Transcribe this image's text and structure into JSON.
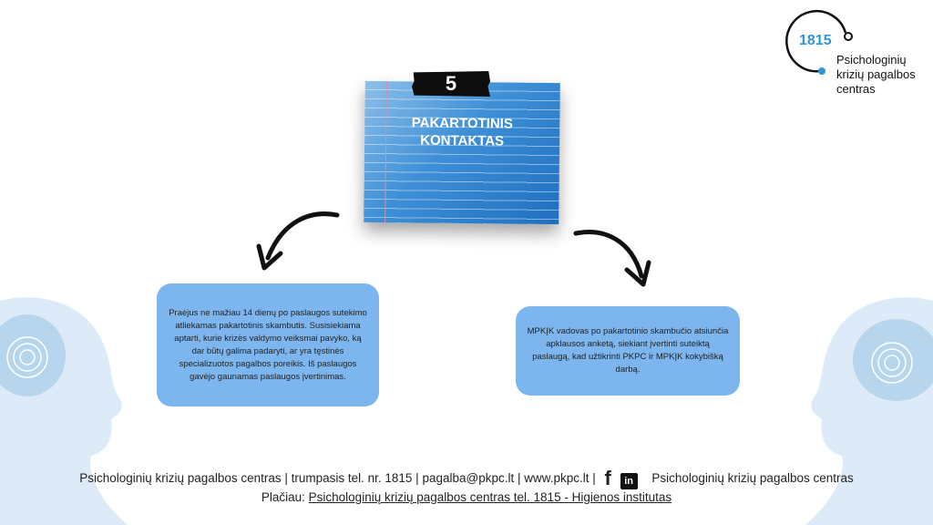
{
  "logo": {
    "number": "1815",
    "lines": [
      "Psichologinių",
      "krizių pagalbos",
      "centras"
    ]
  },
  "step": {
    "number": "5",
    "title_line1": "PAKARTOTINIS",
    "title_line2": "KONTAKTAS"
  },
  "left_box": {
    "text": "Praėjus ne mažiau 14 dienų  po paslaugos sutekimo atliekamas pakartotinis skambutis. Susisiekiama aptarti, kurie krizės valdymo veiksmai pavyko, ką dar būtų galima padaryti, ar yra tęstinės specializuotos pagalbos poreikis. Iš paslaugos gavėjo gaunamas paslaugos įvertinimas."
  },
  "right_box": {
    "text": "MPKĮK vadovas po pakartotinio skambučio atsiunčia apklausos anketą, siekiant įvertinti suteiktą paslaugą, kad užtikrinti PKPC ir MPKĮK kokybišką darbą."
  },
  "footer": {
    "contacts": "Psichologinių krizių pagalbos centras |  trumpasis tel. nr. 1815 | pagalba@pkpc.lt | www.pkpc.lt |",
    "social_name": "Psichologinių krizių pagalbos centras",
    "more_label": "Plačiau:",
    "more_link": "Psichologinių krizių pagalbos centras tel. 1815 - Higienos institutas"
  },
  "colors": {
    "accent": "#2f96d3",
    "box": "#7db6ee",
    "head": "#dcebf7"
  }
}
